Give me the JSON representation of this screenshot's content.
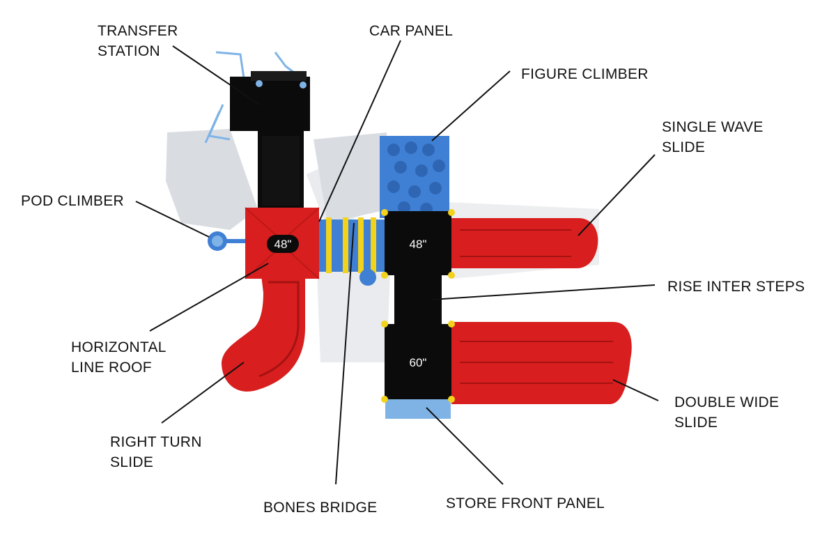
{
  "colors": {
    "roof_red": "#d81e1e",
    "deck_black": "#0b0b0b",
    "panel_blue": "#3f7fd4",
    "accent_yellow": "#f2d21a",
    "shadow_gray": "#c9ced6",
    "light_blue": "#7fb3e6"
  },
  "labels": {
    "transfer_station": [
      "TRANSFER",
      "STATION"
    ],
    "car_panel": [
      "CAR PANEL"
    ],
    "figure_climber": [
      "FIGURE CLIMBER"
    ],
    "single_wave_slide": [
      "SINGLE WAVE",
      "SLIDE"
    ],
    "pod_climber": [
      "POD CLIMBER"
    ],
    "rise_inter_steps": [
      "RISE INTER STEPS"
    ],
    "horizontal_line_roof": [
      "HORIZONTAL",
      "LINE ROOF"
    ],
    "double_wide_slide": [
      "DOUBLE WIDE",
      "SLIDE"
    ],
    "right_turn_slide": [
      "RIGHT TURN",
      "SLIDE"
    ],
    "bones_bridge": [
      "BONES BRIDGE"
    ],
    "store_front_panel": [
      "STORE FRONT PANEL"
    ]
  },
  "deck_heights": {
    "roof_deck": "48\"",
    "center_deck": "48\"",
    "lower_deck": "60\""
  }
}
